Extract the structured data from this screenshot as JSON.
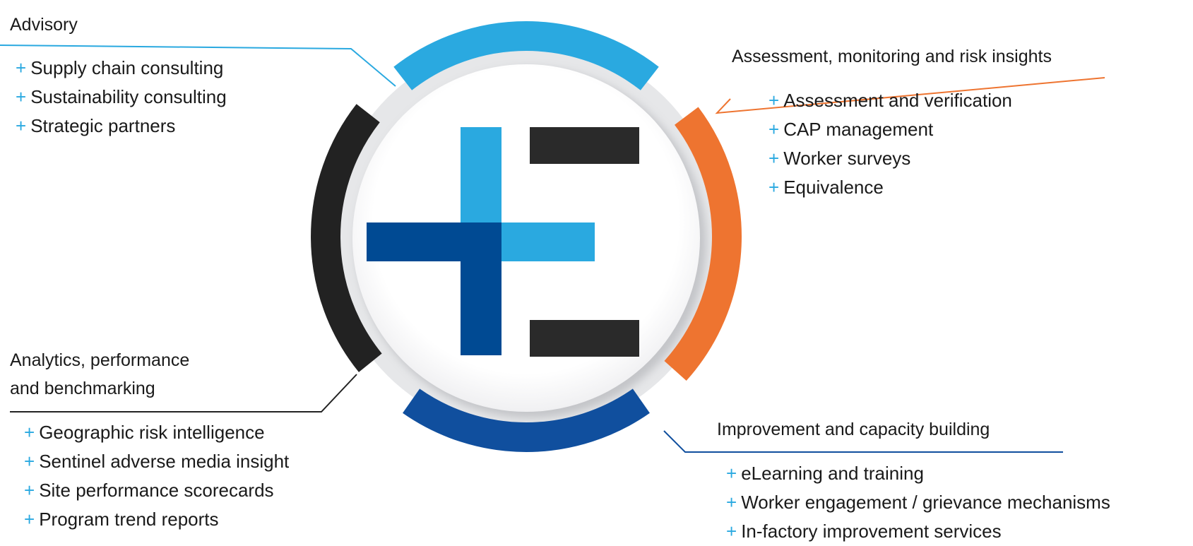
{
  "colors": {
    "advisory": "#2aa9e0",
    "assessment": "#ee7430",
    "improvement": "#104f9e",
    "analytics": "#222222",
    "plus_marker": "#2aa9e0",
    "logo_light_blue": "#2aa9e0",
    "logo_dark_blue": "#004a93",
    "logo_dark": "#2a2a2a",
    "ring_gray": "#e6e7e9"
  },
  "bullet_marker": "+",
  "sections": {
    "advisory": {
      "title": "Advisory",
      "items": [
        "Supply chain consulting",
        "Sustainability consulting",
        "Strategic partners"
      ]
    },
    "assessment": {
      "title": "Assessment, monitoring and risk insights",
      "items": [
        "Assessment and verification",
        "CAP management",
        "Worker surveys",
        "Equivalence"
      ]
    },
    "analytics": {
      "title_line1": "Analytics, performance",
      "title_line2": "and benchmarking",
      "items": [
        "Geographic risk intelligence",
        "Sentinel adverse media insight",
        "Site performance scorecards",
        "Program trend reports"
      ]
    },
    "improvement": {
      "title": "Improvement and capacity building",
      "items": [
        "eLearning and training",
        "Worker engagement / grievance mechanisms",
        "In-factory improvement services"
      ]
    }
  },
  "center_logo": {
    "icon": "plus-equals-logo-icon"
  }
}
